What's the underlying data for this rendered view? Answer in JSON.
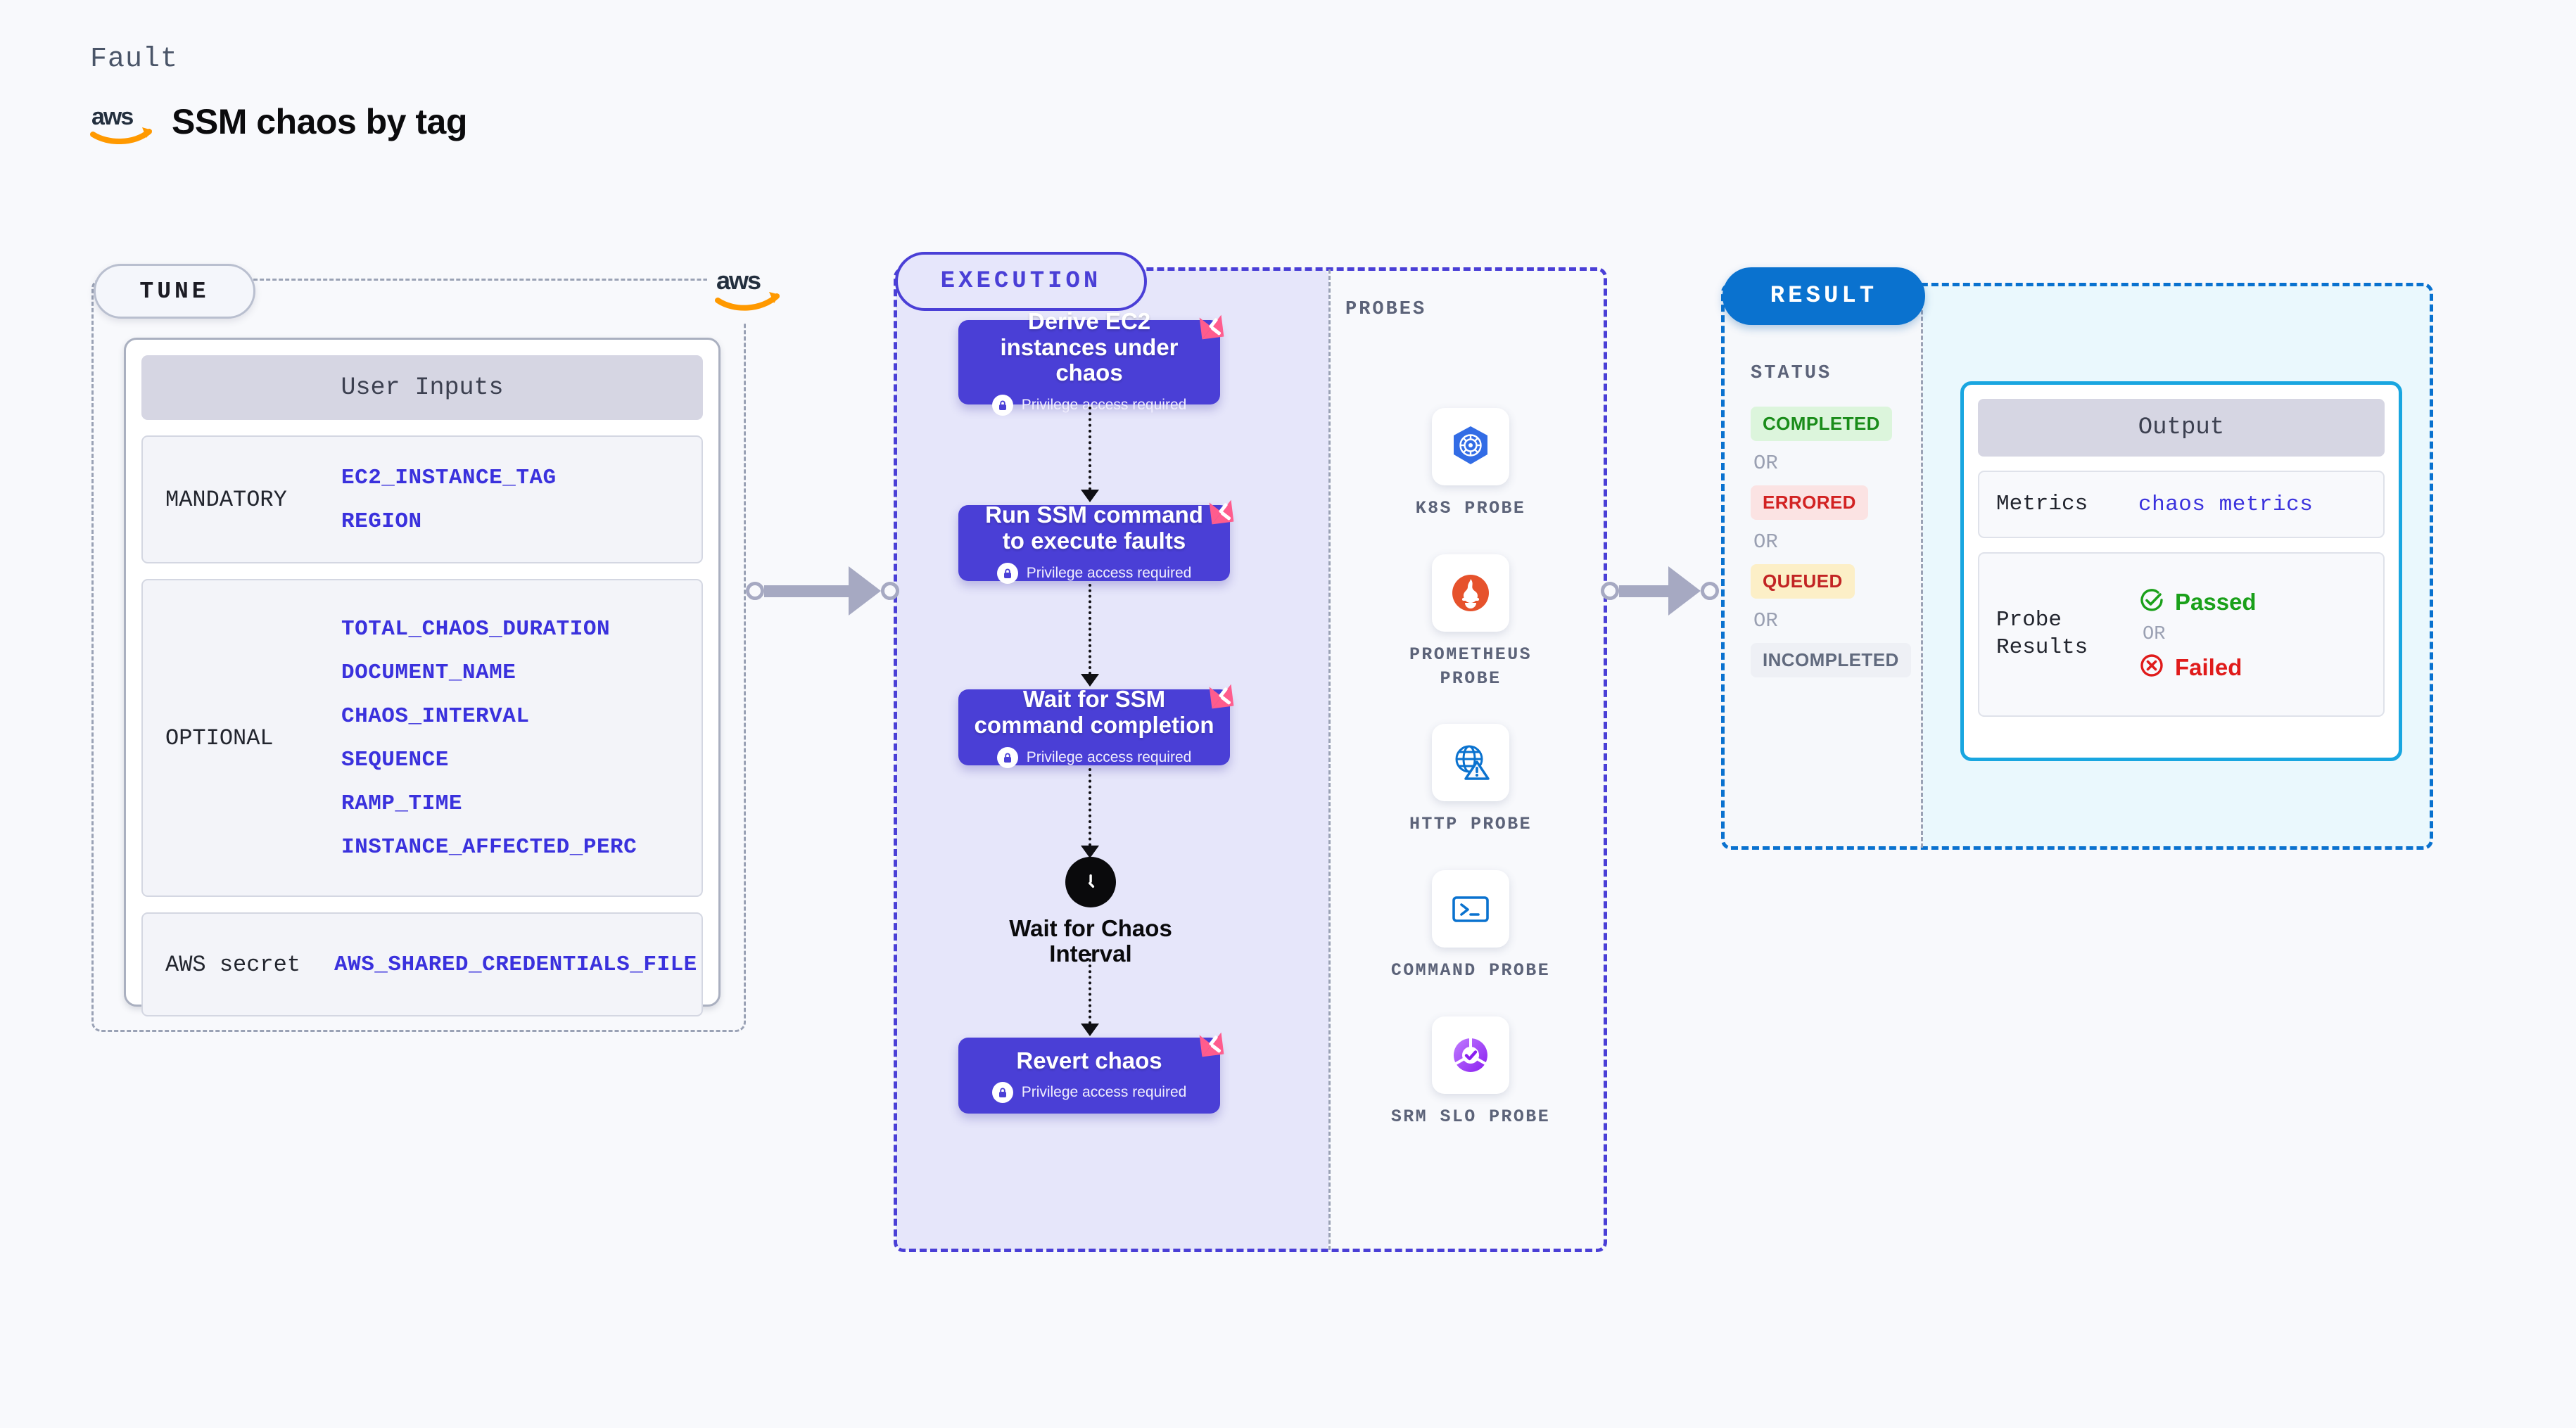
{
  "header": {
    "kicker": "Fault",
    "title": "SSM chaos by tag",
    "logo_icon": "aws-logo"
  },
  "tune": {
    "pill_label": "TUNE",
    "card_header": "User Inputs",
    "aws_logo_icon": "aws-logo",
    "groups": [
      {
        "label": "MANDATORY",
        "vars": [
          "EC2_INSTANCE_TAG",
          "REGION"
        ]
      },
      {
        "label": "OPTIONAL",
        "vars": [
          "TOTAL_CHAOS_DURATION",
          "DOCUMENT_NAME",
          "CHAOS_INTERVAL",
          "SEQUENCE",
          "RAMP_TIME",
          "INSTANCE_AFFECTED_PERC"
        ]
      },
      {
        "label": "AWS secret",
        "vars": [
          "AWS_SHARED_CREDENTIALS_FILE"
        ]
      }
    ]
  },
  "execution": {
    "pill_label": "EXECUTION",
    "privilege_text": "Privilege access required",
    "nodes": [
      {
        "title": "Derive EC2 instances under chaos",
        "privilege": true
      },
      {
        "title": "Run SSM command to execute faults",
        "privilege": true
      },
      {
        "title": "Wait for SSM command completion",
        "privilege": true
      },
      {
        "title": "Revert chaos",
        "privilege": true
      }
    ],
    "wait_node": {
      "label": "Wait for Chaos Interval",
      "icon": "clock-icon"
    }
  },
  "probes": {
    "section_label": "PROBES",
    "items": [
      {
        "name": "K8S PROBE",
        "icon": "kubernetes-icon"
      },
      {
        "name": "PROMETHEUS PROBE",
        "icon": "prometheus-icon"
      },
      {
        "name": "HTTP PROBE",
        "icon": "http-globe-warning-icon"
      },
      {
        "name": "COMMAND PROBE",
        "icon": "terminal-icon"
      },
      {
        "name": "SRM SLO PROBE",
        "icon": "srm-slo-icon"
      }
    ]
  },
  "result": {
    "pill_label": "RESULT",
    "status_label": "STATUS",
    "or_label": "OR",
    "statuses": [
      {
        "label": "COMPLETED",
        "bg": "#dcf5dc",
        "fg": "#1a8c1a"
      },
      {
        "label": "ERRORED",
        "bg": "#fbe3e3",
        "fg": "#d22222"
      },
      {
        "label": "QUEUED",
        "bg": "#fcefc7",
        "fg": "#c22424"
      },
      {
        "label": "INCOMPLETED",
        "bg": "#eef0f5",
        "fg": "#616a7e"
      }
    ],
    "output": {
      "header": "Output",
      "metrics_label": "Metrics",
      "metrics_value": "chaos metrics",
      "probe_results_label": "Probe Results",
      "passed_label": "Passed",
      "failed_label": "Failed",
      "passed_color": "#1aa01a",
      "failed_color": "#e01b1b"
    }
  },
  "colors": {
    "execution_accent": "#4a3fd6",
    "result_accent": "#0a72cf",
    "output_border": "#19a6e0",
    "harness_pink": "#ff5c8d",
    "aws_orange": "#f90",
    "var_blue": "#3a31dd"
  }
}
